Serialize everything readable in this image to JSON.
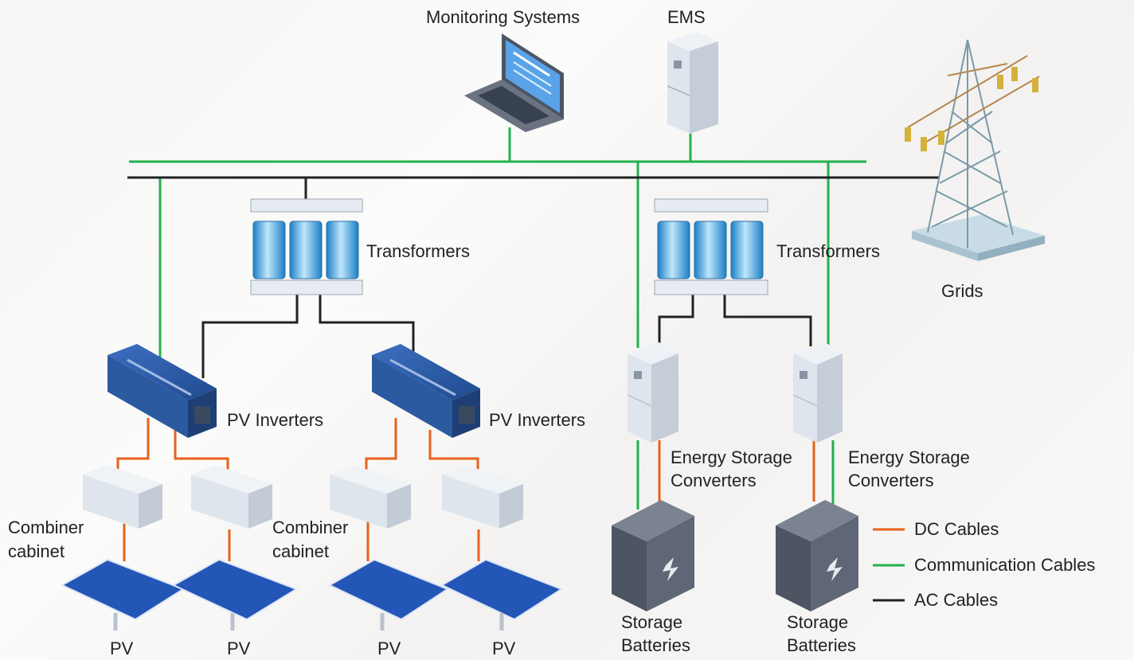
{
  "labels": {
    "monitoring": "Monitoring Systems",
    "ems": "EMS",
    "grids": "Grids",
    "transformers_left": "Transformers",
    "transformers_right": "Transformers",
    "pv_inverters_1": "PV Inverters",
    "pv_inverters_2": "PV Inverters",
    "combiner_1_line1": "Combiner",
    "combiner_1_line2": "cabinet",
    "combiner_2_line1": "Combiner",
    "combiner_2_line2": "cabinet",
    "esc_1_line1": "Energy Storage",
    "esc_1_line2": "Converters",
    "esc_2_line1": "Energy Storage",
    "esc_2_line2": "Converters",
    "battery_1_line1": "Storage",
    "battery_1_line2": "Batteries",
    "battery_2_line1": "Storage",
    "battery_2_line2": "Batteries",
    "pv_1": "PV",
    "pv_2": "PV",
    "pv_3": "PV",
    "pv_4": "PV"
  },
  "legend": [
    {
      "label": "DC Cables",
      "color": "#e8611a"
    },
    {
      "label": "Communication Cables",
      "color": "#22b14c"
    },
    {
      "label": "AC Cables",
      "color": "#222222"
    }
  ],
  "colors": {
    "dc": "#e8611a",
    "comm": "#22b14c",
    "ac": "#222222",
    "inverter": "#2c5aa0",
    "panel": "#2456b8",
    "battery": "#5a6170",
    "cabinet": "#d9dde3"
  }
}
